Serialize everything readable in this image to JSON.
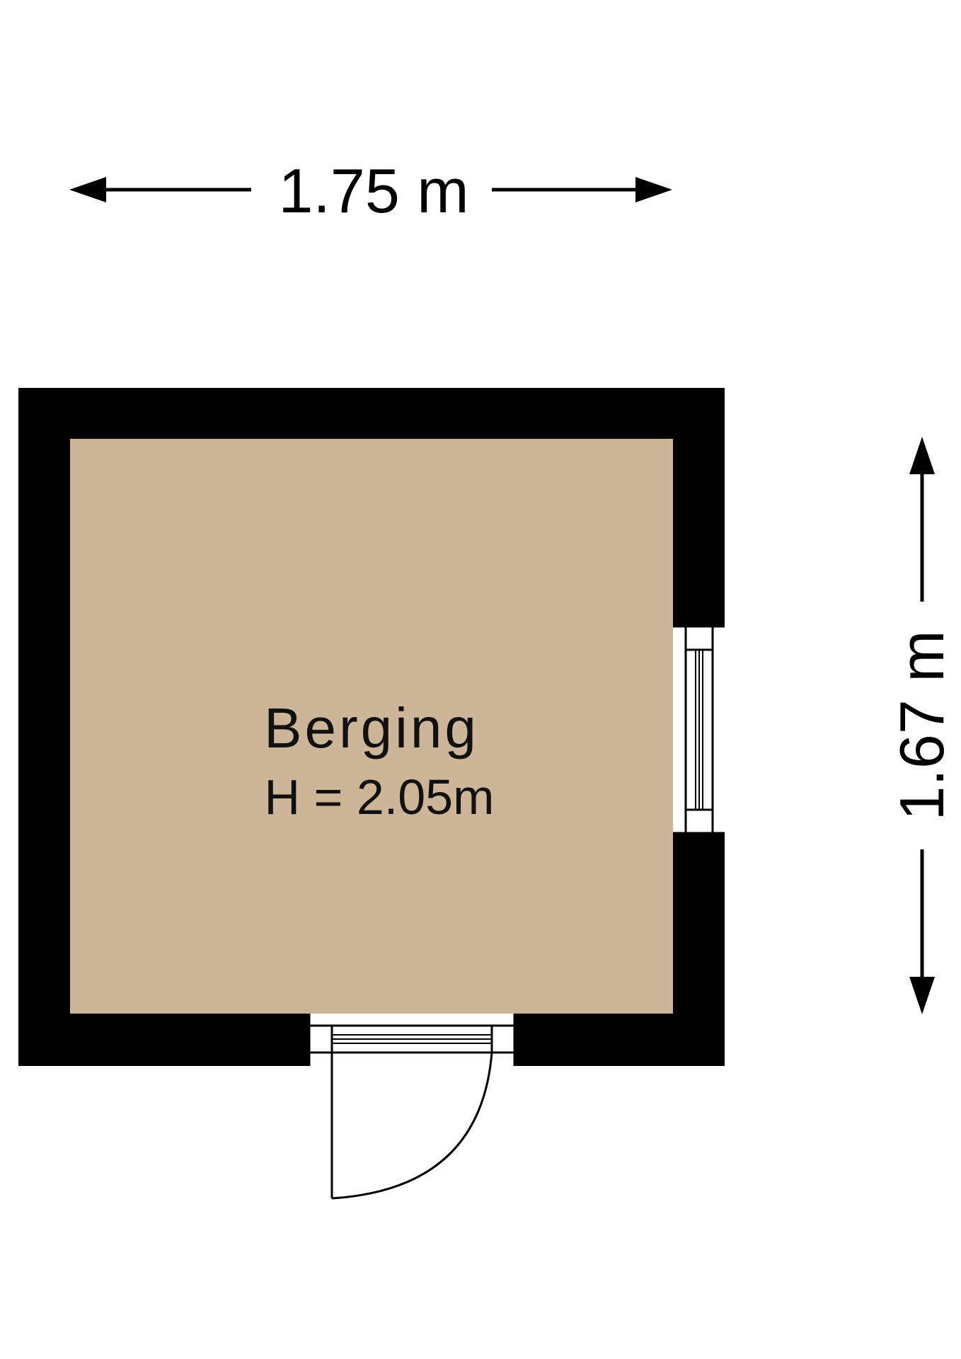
{
  "dimensions": {
    "width_label": "1.75 m",
    "depth_label": "1.67 m"
  },
  "room": {
    "name": "Berging",
    "height_label": "H = 2.05m"
  },
  "colors": {
    "wall": "#000000",
    "floor": "#CDB598",
    "background": "#FFFFFF"
  }
}
